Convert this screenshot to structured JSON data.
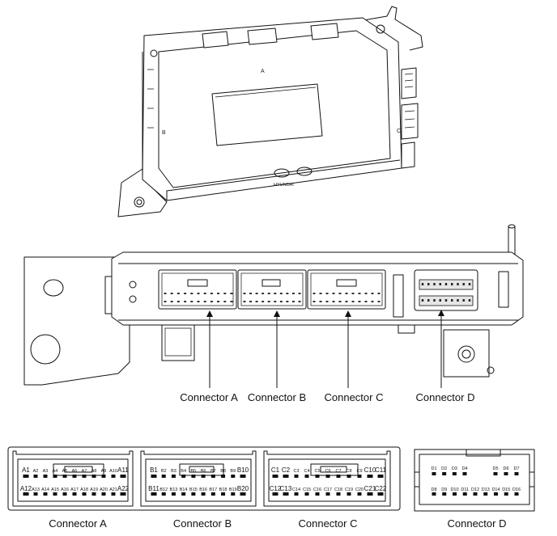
{
  "module_marks": {
    "a": "A",
    "b": "B",
    "c": "C",
    "brand": "HYUNDAI"
  },
  "callouts": {
    "a": "Connector A",
    "b": "Connector B",
    "c": "Connector C",
    "d": "Connector D"
  },
  "connector_a": {
    "caption": "Connector A",
    "top_row": [
      "A1",
      "A2",
      "A3",
      "A4",
      "A5",
      "A6",
      "A7",
      "A8",
      "A9",
      "A10",
      "A11"
    ],
    "bottom_row": [
      "A12",
      "A13",
      "A14",
      "A15",
      "A16",
      "A17",
      "A18",
      "A19",
      "A20",
      "A21",
      "A22"
    ]
  },
  "connector_b": {
    "caption": "Connector B",
    "top_row": [
      "B1",
      "B2",
      "B3",
      "B4",
      "B5",
      "B6",
      "B7",
      "B8",
      "B9",
      "B10"
    ],
    "bottom_row": [
      "B11",
      "B12",
      "B13",
      "B14",
      "B15",
      "B16",
      "B17",
      "B18",
      "B19",
      "B20"
    ]
  },
  "connector_c": {
    "caption": "Connector C",
    "top_row": [
      "C1",
      "C2",
      "C3",
      "C4",
      "C5",
      "C6",
      "C7",
      "C8",
      "C9",
      "C10",
      "C11"
    ],
    "bottom_row": [
      "C12",
      "C13",
      "C14",
      "C15",
      "C16",
      "C17",
      "C18",
      "C19",
      "C20",
      "C21",
      "C22"
    ]
  },
  "connector_d": {
    "caption": "Connector D",
    "top_row": [
      "D1",
      "D2",
      "D3",
      "D4",
      "D5",
      "D6",
      "D7"
    ],
    "bottom_row": [
      "D8",
      "D9",
      "D10",
      "D11",
      "D12",
      "D13",
      "D14",
      "D15",
      "D16"
    ]
  }
}
